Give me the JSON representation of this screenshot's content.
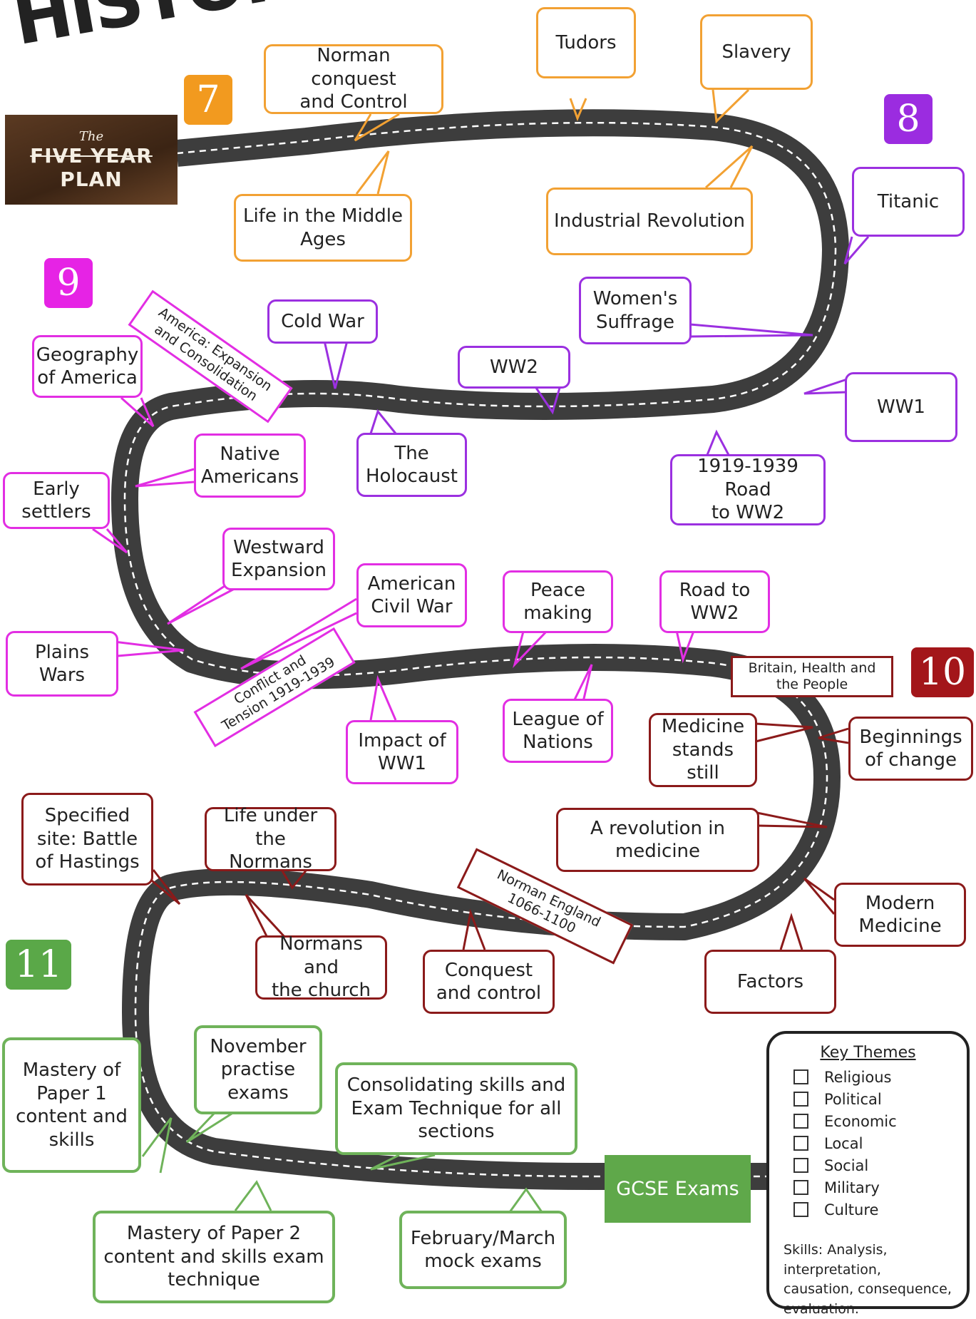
{
  "title": "HISTORY AT WILDERN",
  "plan": {
    "the": "The",
    "main": "FIVE YEAR",
    "sub": "PLAN"
  },
  "years": [
    {
      "label": "7",
      "color": "#f29a1f"
    },
    {
      "label": "8",
      "color": "#9b2ce0"
    },
    {
      "label": "9",
      "color": "#e623e5"
    },
    {
      "label": "10",
      "color": "#a3161a"
    },
    {
      "label": "11",
      "color": "#5aa848"
    }
  ],
  "boxes": {
    "norman_conquest": "Norman conquest\nand Control",
    "tudors": "Tudors",
    "slavery": "Slavery",
    "life_middle_ages": "Life in the Middle\nAges",
    "industrial_revolution": "Industrial Revolution",
    "titanic": "Titanic",
    "womens_suffrage": "Women's\nSuffrage",
    "cold_war": "Cold War",
    "ww2": "WW2",
    "ww1": "WW1",
    "geography_america": "Geography\nof America",
    "native_americans": "Native\nAmericans",
    "holocaust": "The\nHolocaust",
    "road_1919": "1919-1939 Road\nto WW2",
    "early_settlers": "Early\nsettlers",
    "westward": "Westward\nExpansion",
    "civil_war": "American\nCivil War",
    "peace_making": "Peace\nmaking",
    "road_to_ww2": "Road to\nWW2",
    "plains_wars": "Plains\nWars",
    "impact_ww1": "Impact of\nWW1",
    "league_nations": "League of\nNations",
    "medicine_still": "Medicine\nstands\nstill",
    "beginnings_change": "Beginnings\nof change",
    "revolution_medicine": "A revolution in\nmedicine",
    "specified_site": "Specified\nsite: Battle\nof Hastings",
    "life_normans": "Life under\nthe Normans",
    "normans_church": "Normans and\nthe church",
    "conquest_control": "Conquest\nand control",
    "modern_medicine": "Modern\nMedicine",
    "factors": "Factors",
    "november_exams": "November\npractise\nexams",
    "mastery_p1": "Mastery of\nPaper 1\ncontent and\nskills",
    "consolidating": "Consolidating skills and\nExam Technique for all\nsections",
    "mastery_p2": "Mastery of Paper 2\ncontent and skills exam\ntechnique",
    "feb_march": "February/March\nmock exams"
  },
  "banners": {
    "america": "America: Expansion\nand Consolidation",
    "conflict": "Conflict and\nTension 1919-1939",
    "britain_health": "Britain, Health and\nthe People",
    "norman_england": "Norman England\n1066-1100"
  },
  "gcse": "GCSE Exams",
  "key": {
    "title": "Key Themes",
    "themes": [
      "Religious",
      "Political",
      "Economic",
      "Local",
      "Social",
      "Military",
      "Culture"
    ],
    "skills": "Skills: Analysis, interpretation, causation, consequence, evaluation."
  }
}
